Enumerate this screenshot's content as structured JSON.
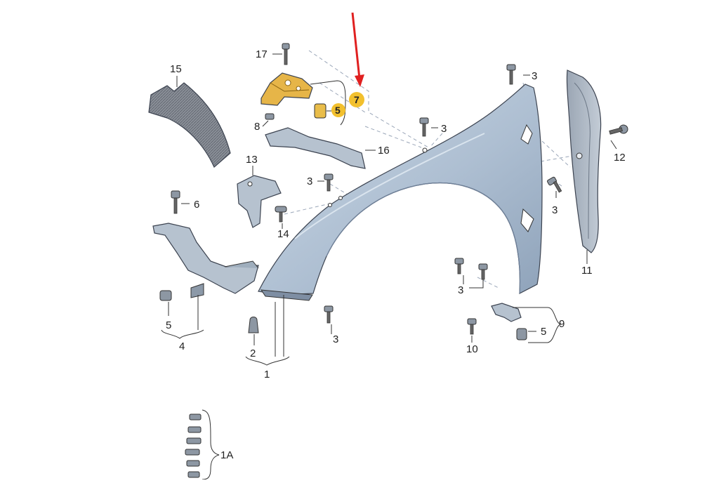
{
  "diagram": {
    "callouts": [
      {
        "id": "c1",
        "text": "1"
      },
      {
        "id": "c1a",
        "text": "1A"
      },
      {
        "id": "c2",
        "text": "2"
      },
      {
        "id": "c3a",
        "text": "3"
      },
      {
        "id": "c3b",
        "text": "3"
      },
      {
        "id": "c3c",
        "text": "3"
      },
      {
        "id": "c3d",
        "text": "3"
      },
      {
        "id": "c3e",
        "text": "3"
      },
      {
        "id": "c3f",
        "text": "3"
      },
      {
        "id": "c4",
        "text": "4"
      },
      {
        "id": "c5a",
        "text": "5"
      },
      {
        "id": "c5b",
        "text": "5"
      },
      {
        "id": "c5c",
        "text": "5"
      },
      {
        "id": "c6",
        "text": "6"
      },
      {
        "id": "c7",
        "text": "7"
      },
      {
        "id": "c8",
        "text": "8"
      },
      {
        "id": "c9",
        "text": "9"
      },
      {
        "id": "c10",
        "text": "10"
      },
      {
        "id": "c11",
        "text": "11"
      },
      {
        "id": "c12",
        "text": "12"
      },
      {
        "id": "c13",
        "text": "13"
      },
      {
        "id": "c14",
        "text": "14"
      },
      {
        "id": "c15",
        "text": "15"
      },
      {
        "id": "c16",
        "text": "16"
      },
      {
        "id": "c17",
        "text": "17"
      }
    ],
    "highlight_color": "#f2c02e",
    "arrow_color": "#e02020",
    "fender_color": "#b9cadb",
    "bracket_color": "#e8b040"
  }
}
